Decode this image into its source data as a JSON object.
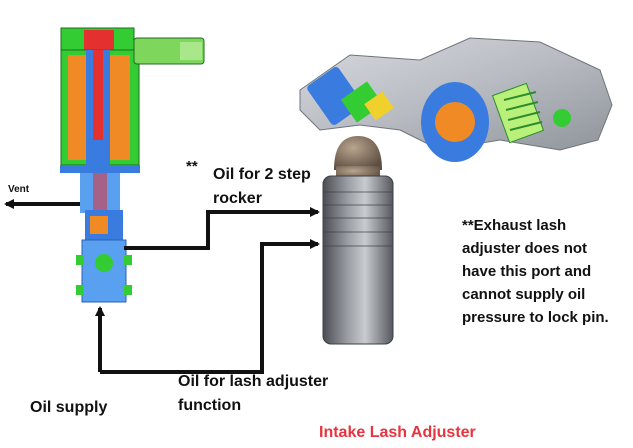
{
  "labels": {
    "oil_2step_marker": "**",
    "oil_2step_line1": "Oil for 2 step",
    "oil_2step_line2": "rocker",
    "vent": "Vent",
    "exhaust_note_line1": "**Exhaust lash",
    "exhaust_note_line2": "adjuster does not",
    "exhaust_note_line3": "have this port and",
    "exhaust_note_line4": "cannot supply oil",
    "exhaust_note_line5": "pressure to lock pin.",
    "oil_lash_line1": "Oil for lash adjuster",
    "oil_lash_line2": "function",
    "oil_supply": "Oil supply",
    "intake_title": "Intake Lash Adjuster"
  },
  "colors": {
    "label_text": "#111111",
    "title_red": "#e8343e",
    "solenoid_green": "#33cc33",
    "solenoid_blue": "#3a7be0",
    "solenoid_red": "#e53030",
    "solenoid_orange": "#f08a24",
    "oil_line": "#111111"
  }
}
